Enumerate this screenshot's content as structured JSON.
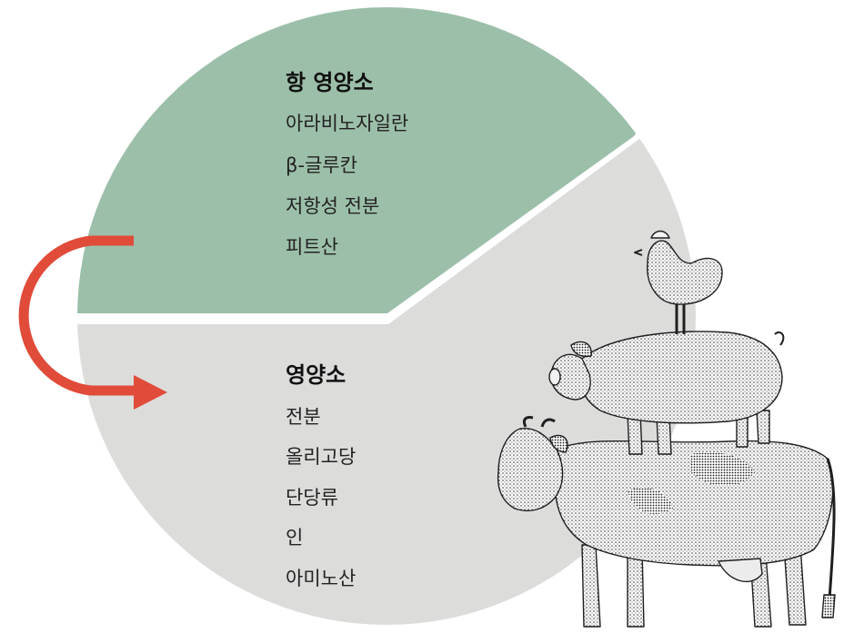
{
  "colors": {
    "antinutrient_sector": "#9cbfa9",
    "nutrient_sector": "#dcdcdb",
    "arrow": "#e14b39",
    "stipple": "#2a2a2a"
  },
  "antinutrients": {
    "heading": "항 영양소",
    "items": [
      "아라비노자일란",
      "β-글루칸",
      "저항성 전분",
      "피트산"
    ]
  },
  "nutrients": {
    "heading": "영양소",
    "items": [
      "전분",
      "올리고당",
      "단당류",
      "인",
      "아미노산"
    ]
  },
  "illustration": {
    "animals": [
      "chicken",
      "pig",
      "cow"
    ]
  }
}
